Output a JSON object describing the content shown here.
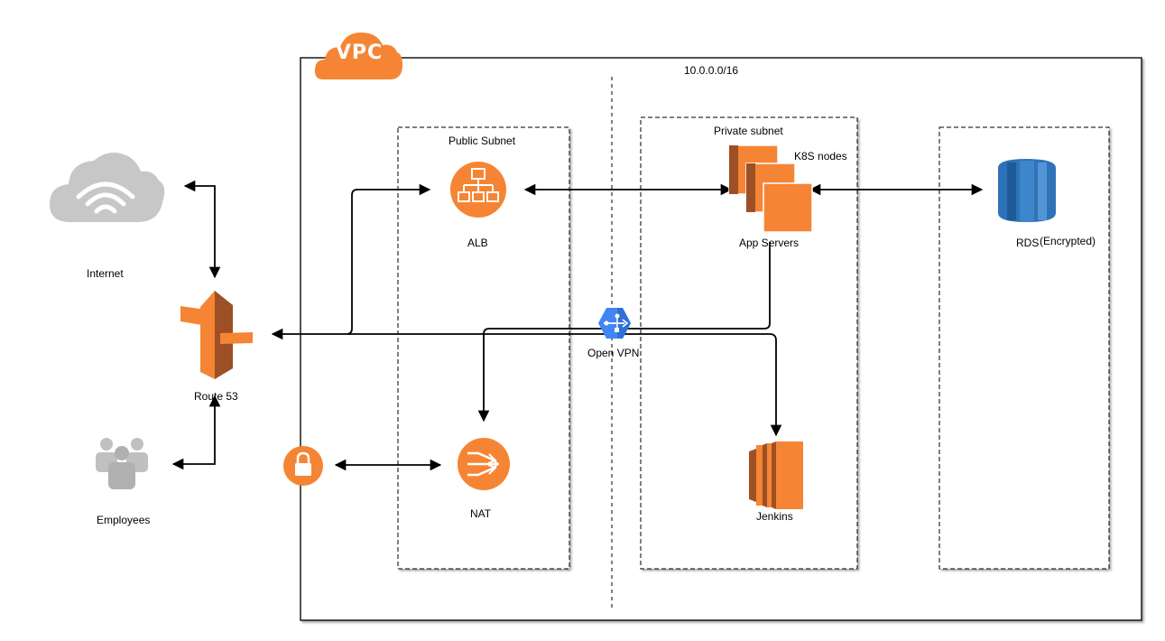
{
  "vpc": {
    "badge": "VPC",
    "cidr": "10.0.0.0/16"
  },
  "subnets": {
    "public": "Public Subnet",
    "private": "Private subnet"
  },
  "nodes": {
    "internet": "Internet",
    "route53": "Route 53",
    "employees": "Employees",
    "alb": "ALB",
    "nat": "NAT",
    "openvpn": "Open VPN",
    "k8s": "K8S nodes",
    "app_servers": "App Servers",
    "jenkins": "Jenkins",
    "rds": "RDS",
    "rds_note": "(Encrypted)"
  },
  "icons": {
    "internet": "cloud-wifi-icon",
    "route53": "route53-icon",
    "employees": "users-group-icon",
    "alb": "load-balancer-icon",
    "nat": "nat-gateway-icon",
    "openvpn": "vpn-hexagon-icon",
    "app_servers": "ec2-instances-icon",
    "jenkins": "ec2-instance-icon",
    "rds": "rds-database-icon",
    "lock": "lock-icon"
  },
  "colors": {
    "aws_orange": "#f58534",
    "aws_orange_dark": "#9d5025",
    "rds_blue": "#2e73b8",
    "vpn_blue": "#4285f4",
    "cloud_gray": "#b3b3b3"
  }
}
